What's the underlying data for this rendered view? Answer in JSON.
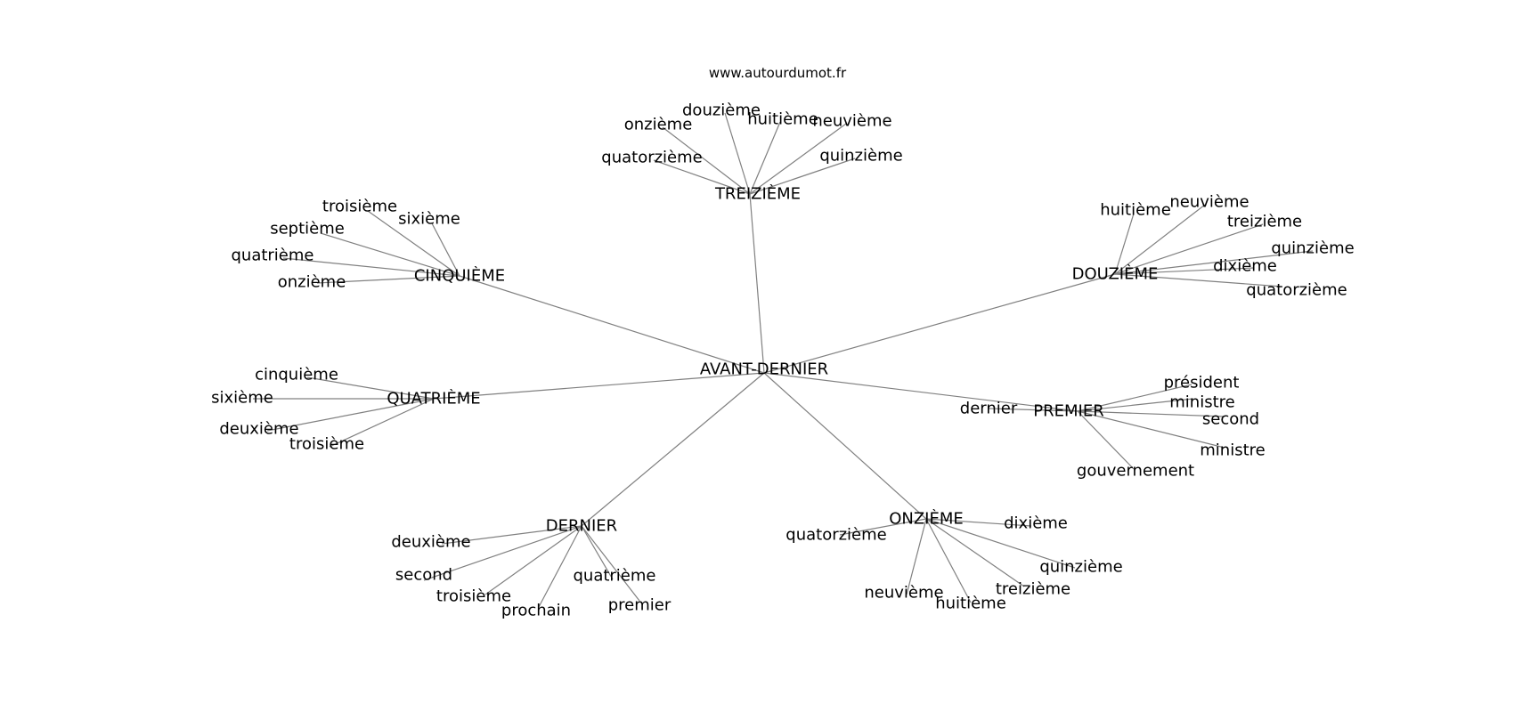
{
  "source": "www.autourdumot.fr",
  "center": "AVANT-DERNIER",
  "groups": [
    {
      "hub": "TREIZIÈME",
      "leaves": [
        "douzième",
        "onzième",
        "huitième",
        "neuvième",
        "quatorzième",
        "quinzième"
      ]
    },
    {
      "hub": "CINQUIÈME",
      "leaves": [
        "troisième",
        "sixième",
        "septième",
        "quatrième",
        "onzième"
      ]
    },
    {
      "hub": "DOUZIÈME",
      "leaves": [
        "huitième",
        "neuvième",
        "treizième",
        "quinzième",
        "dixième",
        "quatorzième"
      ]
    },
    {
      "hub": "QUATRIÈME",
      "leaves": [
        "cinquième",
        "sixième",
        "deuxième",
        "troisième"
      ]
    },
    {
      "hub": "PREMIER",
      "leaves": [
        "dernier",
        "président",
        "ministre",
        "second",
        "ministre",
        "gouvernement"
      ]
    },
    {
      "hub": "DERNIER",
      "leaves": [
        "deuxième",
        "second",
        "troisième",
        "prochain",
        "quatrième",
        "premier"
      ]
    },
    {
      "hub": "ONZIÈME",
      "leaves": [
        "quatorzième",
        "dixième",
        "quinzième",
        "treizième",
        "neuvième",
        "huitième"
      ]
    }
  ]
}
